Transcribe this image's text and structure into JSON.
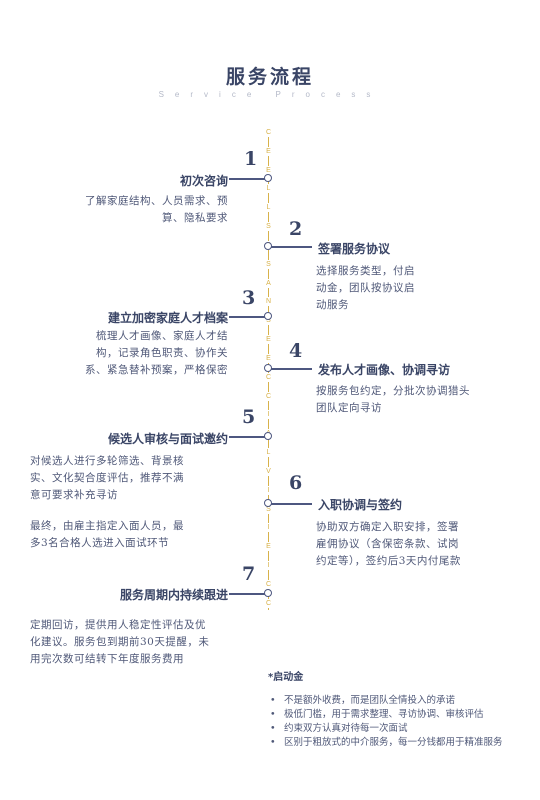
{
  "header": {
    "title": "服务流程",
    "subtitle": "Service Process"
  },
  "axis_text": [
    "C",
    "E",
    "E",
    "L",
    "L",
    "S",
    "S",
    "S",
    "A",
    "N",
    "S",
    "E",
    "E",
    "C",
    "C",
    "I",
    "A",
    "L",
    "V",
    "I",
    "S",
    "I",
    "E",
    "I",
    "C",
    "C"
  ],
  "steps": [
    {
      "num": "1",
      "title": "初次咨询",
      "desc": [
        "了解家庭结构、人员需求、预",
        "算、隐私要求"
      ]
    },
    {
      "num": "2",
      "title": "签署服务协议",
      "desc": [
        "选择服务类型，付启",
        "动金，团队按协议启",
        "动服务"
      ]
    },
    {
      "num": "3",
      "title": "建立加密家庭人才档案",
      "desc": [
        "梳理人才画像、家庭人才结",
        "构，记录角色职责、协作关",
        "系、紧急替补预案，严格保密"
      ]
    },
    {
      "num": "4",
      "title": "发布人才画像、协调寻访",
      "desc": [
        "按服务包约定，分批次协调猎头",
        "团队定向寻访"
      ]
    },
    {
      "num": "5",
      "title": "候选人审核与面试邀约",
      "desc": [
        "对候选人进行多轮筛选、背景核",
        "实、文化契合度评估，推荐不满",
        "意可要求补充寻访",
        "",
        "最终，由雇主指定入面人员，最",
        "多3名合格人选进入面试环节"
      ]
    },
    {
      "num": "6",
      "title": "入职协调与签约",
      "desc": [
        "协助双方确定入职安排，签署",
        "雇佣协议（含保密条款、试岗",
        "约定等），签约后3天内付尾款"
      ]
    },
    {
      "num": "7",
      "title": "服务周期内持续跟进",
      "desc": [
        "定期回访，提供用人稳定性评估及优",
        "化建议。服务包到期前30天提醒，未",
        "用完次数可结转下年度服务费用"
      ]
    }
  ],
  "note": {
    "title": "*启动金",
    "items": [
      "不是额外收费，而是团队全情投入的承诺",
      "极低门槛，用于需求整理、寻访协调、审核评估",
      "约束双方认真对待每一次面试",
      "区别于粗放式的中介服务，每一分钱都用于精准服务"
    ]
  }
}
